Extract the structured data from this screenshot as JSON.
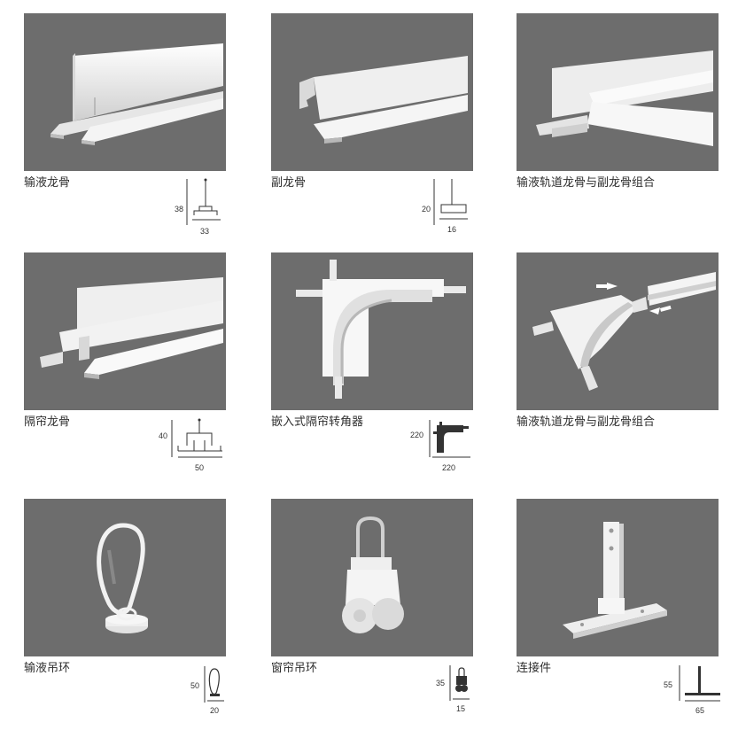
{
  "products": [
    {
      "name": "输液龙骨",
      "height": "38",
      "width": "33",
      "icon": "infusion-keel-profile-icon"
    },
    {
      "name": "副龙骨",
      "height": "20",
      "width": "16",
      "icon": "secondary-keel-profile-icon"
    },
    {
      "name": "输液轨道龙骨与副龙骨组合",
      "icon": "infusion-track-combination-image"
    },
    {
      "name": "隔帘龙骨",
      "height": "40",
      "width": "50",
      "icon": "curtain-keel-profile-icon"
    },
    {
      "name": "嵌入式隔帘转角器",
      "height": "220",
      "width": "220",
      "icon": "corner-connector-icon"
    },
    {
      "name": "输液轨道龙骨与副龙骨组合",
      "icon": "infusion-track-assembly-image"
    },
    {
      "name": "输液吊环",
      "height": "50",
      "width": "20",
      "icon": "infusion-hook-icon"
    },
    {
      "name": "窗帘吊环",
      "height": "35",
      "width": "15",
      "icon": "curtain-runner-icon"
    },
    {
      "name": "连接件",
      "height": "55",
      "width": "65",
      "icon": "t-connector-icon"
    }
  ],
  "colors": {
    "photo_background": "#6d6d6d",
    "product_white": "#f2f2f2",
    "text": "#2f2f2f",
    "dimension_fill": "#333333"
  }
}
